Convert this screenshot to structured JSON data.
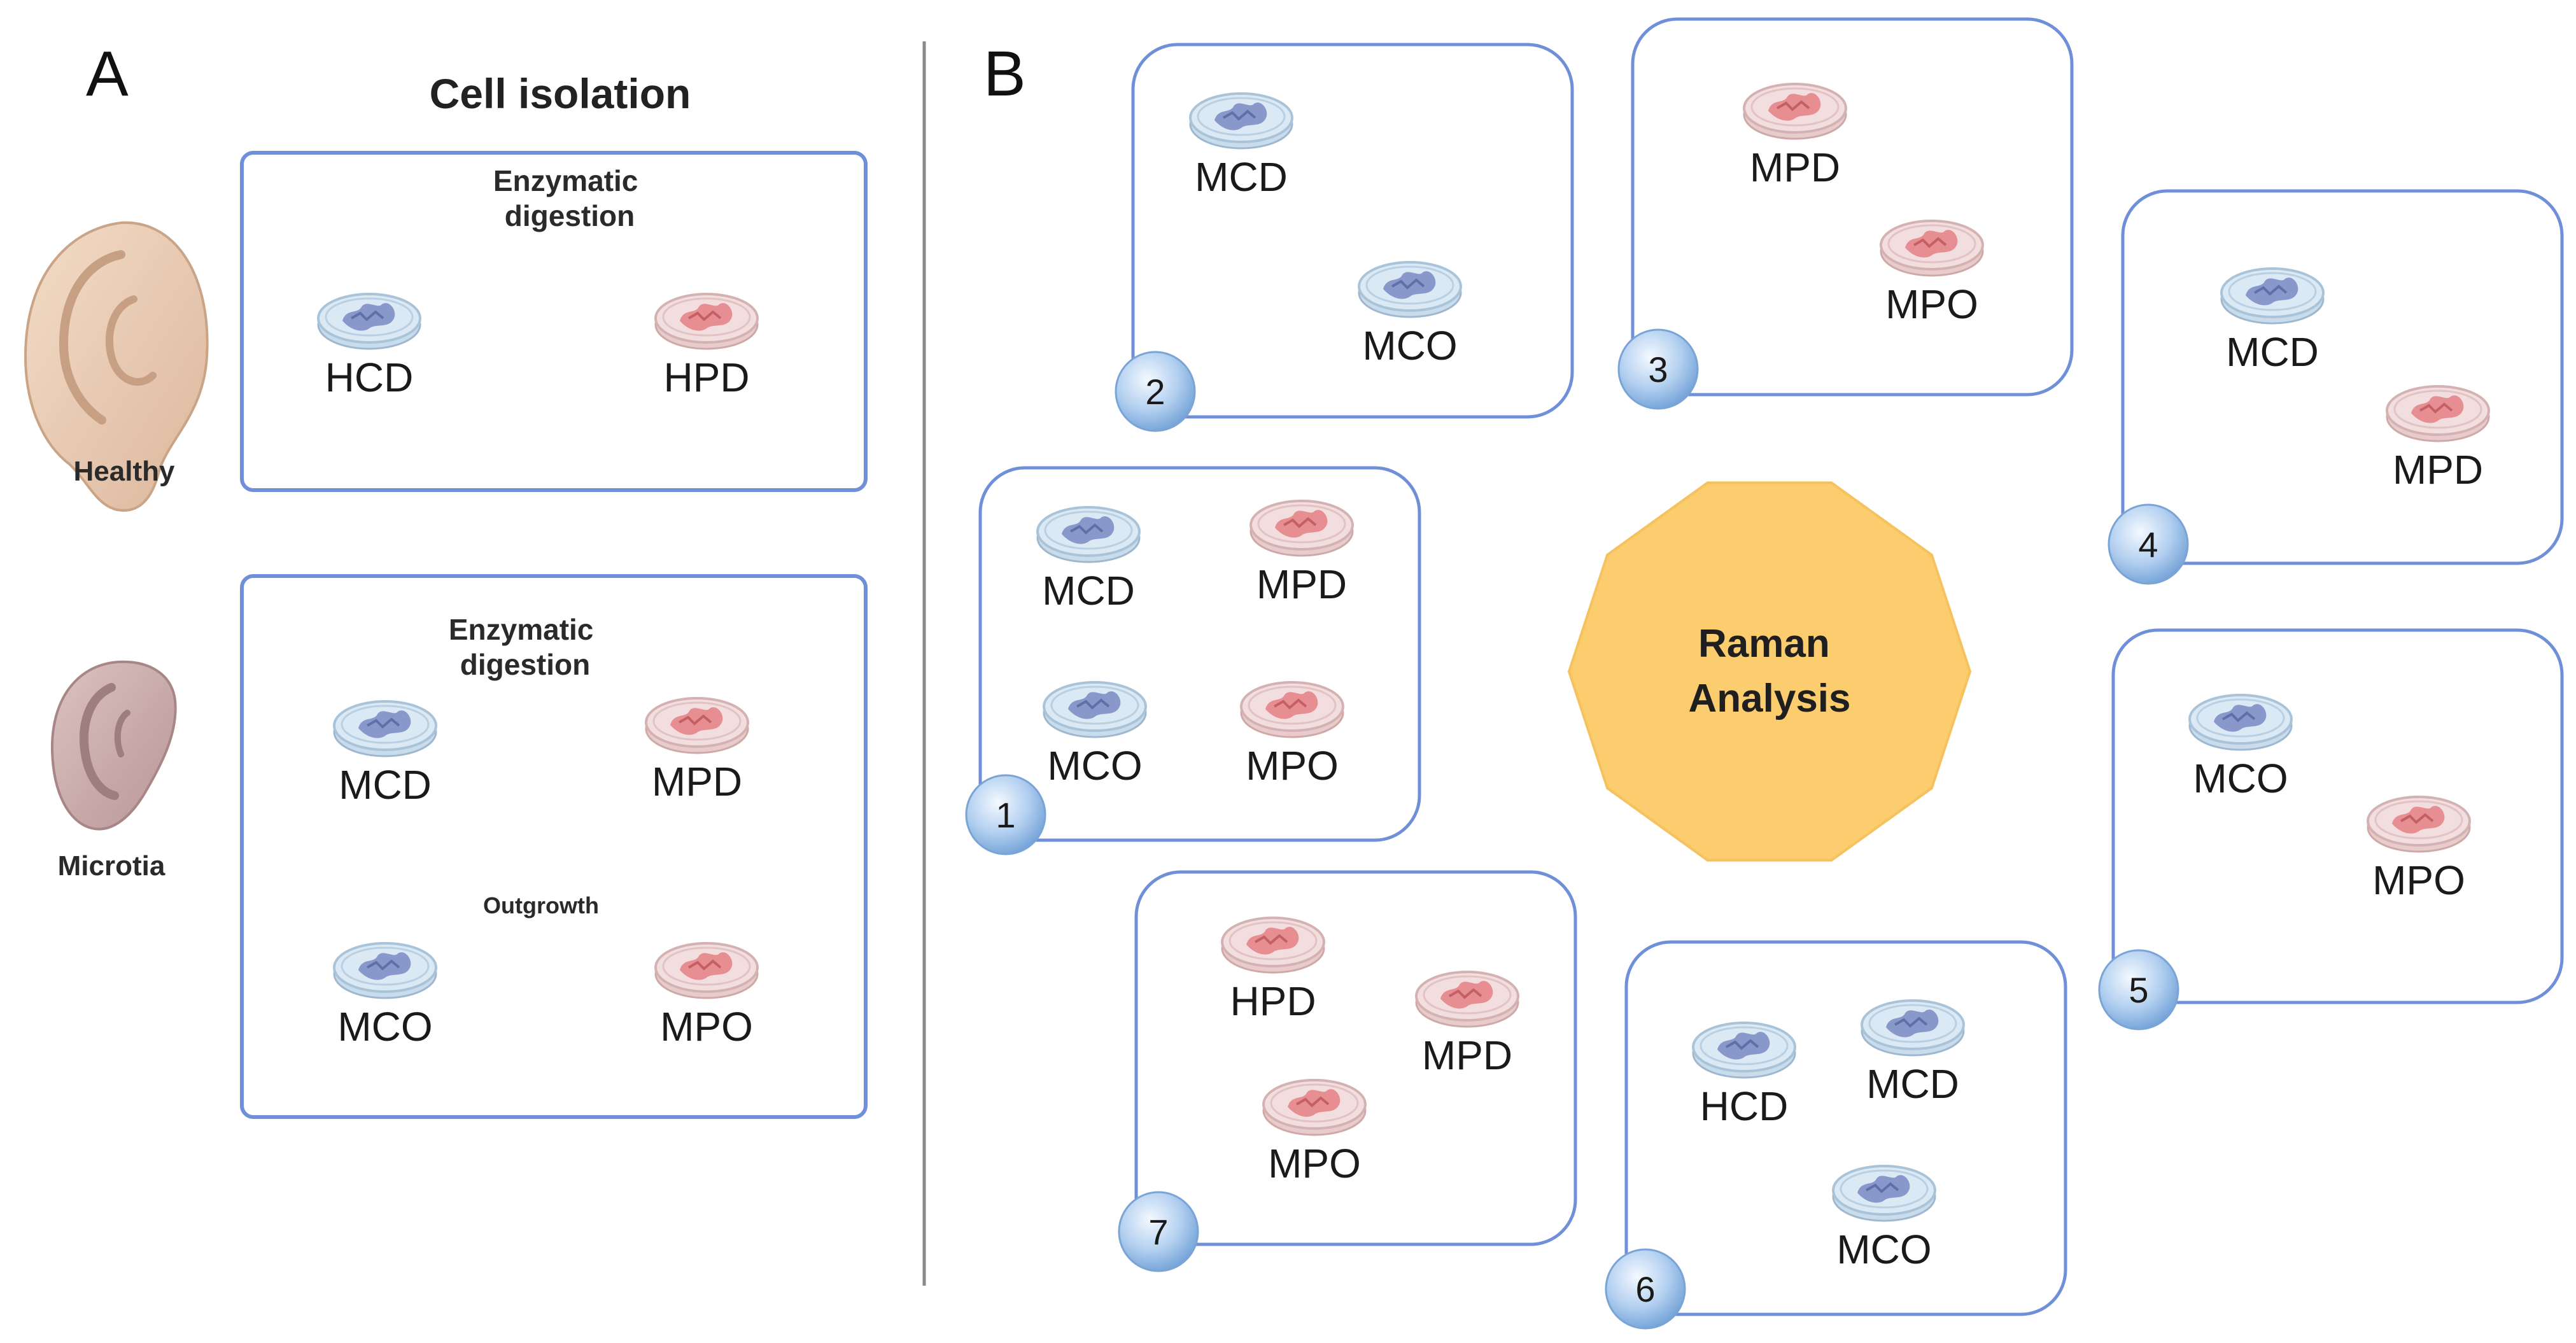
{
  "panel_a": {
    "letter": "A",
    "title": "Cell isolation",
    "healthy": {
      "ear_label": "Healthy",
      "box_heading": "Enzymatic\ndigestion",
      "dishes": [
        {
          "label": "HCD",
          "color": "blue"
        },
        {
          "label": "HPD",
          "color": "pink"
        }
      ]
    },
    "microtia": {
      "ear_label": "Microtia",
      "box_heading": "Enzymatic\ndigestion",
      "middle_heading": "Outgrowth",
      "dishes": [
        {
          "label": "MCD",
          "color": "blue"
        },
        {
          "label": "MPD",
          "color": "pink"
        },
        {
          "label": "MCO",
          "color": "blue"
        },
        {
          "label": "MPO",
          "color": "pink"
        }
      ]
    }
  },
  "panel_b": {
    "letter": "B",
    "center_label": "Raman\nAnalysis",
    "groups": [
      {
        "number": "1",
        "dishes": [
          {
            "label": "MCD",
            "color": "blue"
          },
          {
            "label": "MPD",
            "color": "pink"
          },
          {
            "label": "MCO",
            "color": "blue"
          },
          {
            "label": "MPO",
            "color": "pink"
          }
        ]
      },
      {
        "number": "2",
        "dishes": [
          {
            "label": "MCD",
            "color": "blue"
          },
          {
            "label": "MCO",
            "color": "blue"
          }
        ]
      },
      {
        "number": "3",
        "dishes": [
          {
            "label": "MPD",
            "color": "pink"
          },
          {
            "label": "MPO",
            "color": "pink"
          }
        ]
      },
      {
        "number": "4",
        "dishes": [
          {
            "label": "MCD",
            "color": "blue"
          },
          {
            "label": "MPD",
            "color": "pink"
          }
        ]
      },
      {
        "number": "5",
        "dishes": [
          {
            "label": "MCO",
            "color": "blue"
          },
          {
            "label": "MPO",
            "color": "pink"
          }
        ]
      },
      {
        "number": "6",
        "dishes": [
          {
            "label": "HCD",
            "color": "blue"
          },
          {
            "label": "MCD",
            "color": "blue"
          },
          {
            "label": "MCO",
            "color": "blue"
          }
        ]
      },
      {
        "number": "7",
        "dishes": [
          {
            "label": "HPD",
            "color": "pink"
          },
          {
            "label": "MPD",
            "color": "pink"
          },
          {
            "label": "MPO",
            "color": "pink"
          }
        ]
      }
    ]
  },
  "colors": {
    "box_border": "#6f8fd8",
    "divider": "#8a8a8a",
    "raman_fill": "#fbcd6e",
    "dish_blue_cells": "#7f8fc7",
    "dish_blue_plate": "#dbe9f4",
    "dish_pink_cells": "#e6858a",
    "dish_pink_plate": "#f2dede",
    "badge_fill": "#a9c8ea"
  }
}
